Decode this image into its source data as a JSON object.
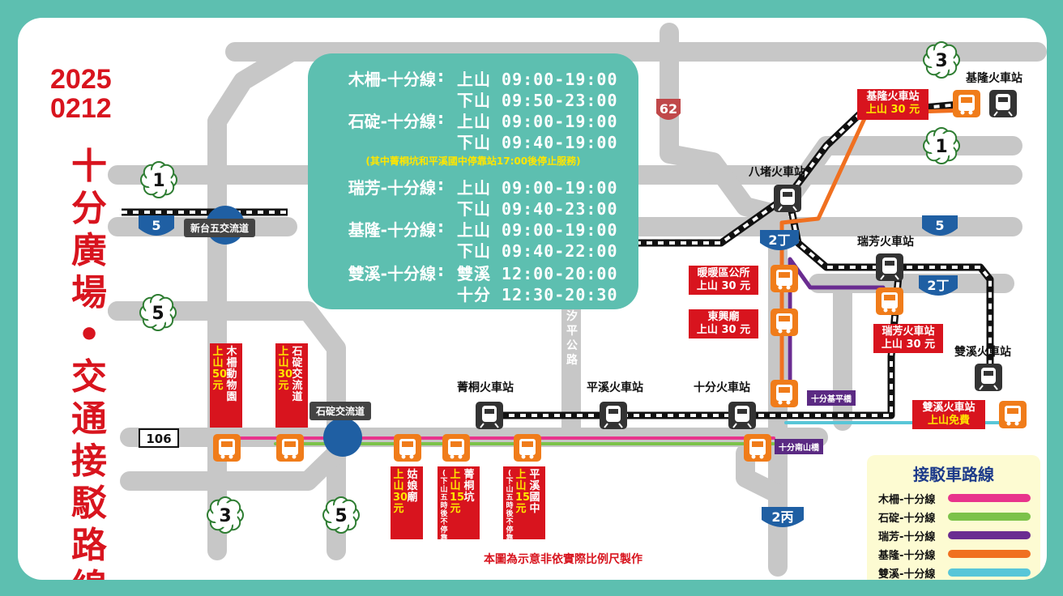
{
  "date": [
    "2025",
    "0212"
  ],
  "title_chars": [
    "十",
    "分",
    "廣",
    "場",
    "•",
    "交",
    "通",
    "接",
    "駁",
    "路",
    "線"
  ],
  "schedule": [
    {
      "route": "木柵-十分線",
      "dir": "上山",
      "time": "09:00-19:00"
    },
    {
      "route": "",
      "dir": "下山",
      "time": "09:50-23:00"
    },
    {
      "route": "石碇-十分線",
      "dir": "上山",
      "time": "09:00-19:00"
    },
    {
      "route": "",
      "dir": "下山",
      "time": "09:40-19:00"
    },
    {
      "route": "瑞芳-十分線",
      "dir": "上山",
      "time": "09:00-19:00"
    },
    {
      "route": "",
      "dir": "下山",
      "time": "09:40-23:00"
    },
    {
      "route": "基隆-十分線",
      "dir": "上山",
      "time": "09:00-19:00"
    },
    {
      "route": "",
      "dir": "下山",
      "time": "09:40-22:00"
    },
    {
      "route": "雙溪-十分線",
      "dir": "雙溪",
      "time": "12:00-20:00"
    },
    {
      "route": "",
      "dir": "十分",
      "time": "12:30-20:30"
    }
  ],
  "schedule_note": "(其中菁桐坑和平溪國中停靠站17:00後停止服務)",
  "stations": {
    "jingtong": "菁桐火車站",
    "pingxi": "平溪火車站",
    "shifen": "十分火車站",
    "badu": "八堵火車站",
    "ruifang": "瑞芳火車站",
    "keelung": "基隆火車站",
    "shuangxi": "雙溪火車站"
  },
  "interchanges": {
    "xintai": "新台五交流道",
    "shiding": "石碇交流道"
  },
  "road_labels": {
    "hwy106": "106",
    "hwy62": "62",
    "shiping": [
      "汐",
      "平",
      "公",
      "路"
    ],
    "hwy5_a": "5",
    "hwy5_b": "5",
    "hwy2d_a": "2丁",
    "hwy2d_b": "2丁",
    "hwy2b": "2丙",
    "hwy1_a": "1",
    "hwy1_b": "1",
    "hwy3_a": "3",
    "hwy3_b": "3",
    "hwy5_c": "5",
    "hwy5_d": "5"
  },
  "bridges": {
    "shifen_jiping": "十分基平橋",
    "shifen_nanshan": "十分南山橋"
  },
  "stops": {
    "keelung_station": [
      "基隆火車站",
      "上山 30 元"
    ],
    "nuannuan": [
      "暖暖區公所",
      "上山 30 元"
    ],
    "dongxing": [
      "東興廟",
      "上山 30 元"
    ],
    "ruifang_station": [
      "瑞芳火車站",
      "上山 30 元"
    ],
    "shuangxi_station": [
      "雙溪火車站",
      "上山免費"
    ],
    "muzha_zoo": {
      "left": [
        "上",
        "山",
        "50",
        "元"
      ],
      "right": [
        "木",
        "柵",
        "動",
        "物",
        "園"
      ]
    },
    "shiding_ic": {
      "left": [
        "上",
        "山",
        "30",
        "元"
      ],
      "right": [
        "石",
        "碇",
        "交",
        "流",
        "道"
      ]
    },
    "guniang": {
      "left": [
        "上",
        "山",
        "30",
        "元"
      ],
      "right": [
        "姑",
        "娘",
        "廟"
      ]
    },
    "jingtongkeng": {
      "note": [
        "(",
        "下",
        "山",
        "五",
        "時",
        "後",
        "不",
        "停",
        "靠",
        ")"
      ],
      "left": [
        "上",
        "山",
        "15",
        "元"
      ],
      "right": [
        "菁",
        "桐",
        "坑"
      ]
    },
    "pingxi_school": {
      "note": [
        "(",
        "下",
        "山",
        "五",
        "時",
        "後",
        "不",
        "停",
        "靠",
        ")"
      ],
      "left": [
        "上",
        "山",
        "15",
        "元"
      ],
      "right": [
        "平",
        "溪",
        "國",
        "中"
      ]
    }
  },
  "disclaimer": "本圖為示意非依實際比例尺製作",
  "legend": {
    "title": "接駁車路線",
    "items": [
      {
        "label": "木柵-十分線",
        "color": "#e8348c"
      },
      {
        "label": "石碇-十分線",
        "color": "#7cc24a"
      },
      {
        "label": "瑞芳-十分線",
        "color": "#6a2c91"
      },
      {
        "label": "基隆-十分線",
        "color": "#f07020"
      },
      {
        "label": "雙溪-十分線",
        "color": "#58c6d8"
      }
    ]
  },
  "colors": {
    "bg": "#5dbfb0",
    "road": "#c7c7c7",
    "red": "#d8141e",
    "busOrange": "#f07c1a",
    "blue": "#1f5fa3"
  }
}
